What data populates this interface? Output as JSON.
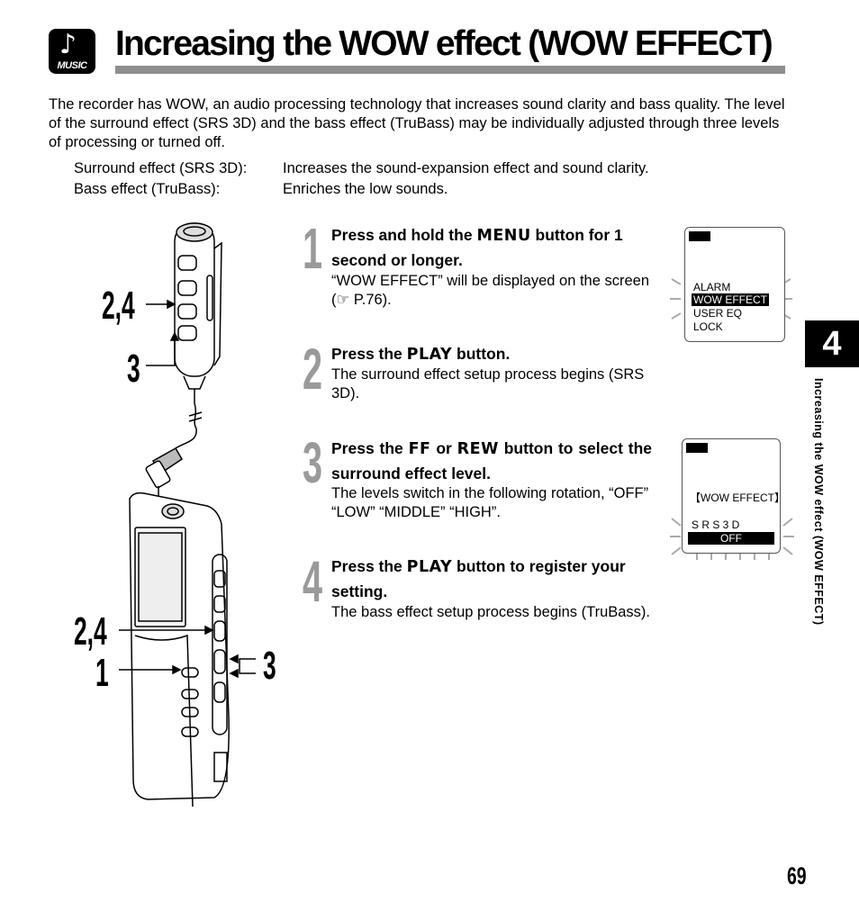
{
  "header": {
    "icon_label": "MUSIC",
    "title": "Increasing the WOW effect (WOW EFFECT)"
  },
  "intro": "The recorder has WOW, an audio processing technology that increases sound clarity and bass quality. The level of the surround effect (SRS 3D) and the bass effect (TruBass) may be individually adjusted through three levels of processing or turned off.",
  "definitions": [
    {
      "term": "Surround effect (SRS 3D):",
      "desc": "Increases the sound-expansion effect and sound clarity."
    },
    {
      "term": "Bass effect (TruBass):",
      "desc": "Enriches the low sounds."
    }
  ],
  "steps": [
    {
      "num": "1",
      "title_a": "Press and hold the ",
      "key_a": "MENU",
      "title_b": " button for 1 second or longer.",
      "body": "“WOW EFFECT” will be displayed on the screen (☞ P.76)."
    },
    {
      "num": "2",
      "title_a": "Press the ",
      "key_a": "PLAY",
      "title_b": " button.",
      "body": "The surround effect setup process begins (SRS 3D)."
    },
    {
      "num": "3",
      "title_a": "Press the ",
      "key_a": "FF",
      "title_mid": " or ",
      "key_b": "REW",
      "title_b": " button to select the surround effect level.",
      "body": "The levels switch in the following rotation, “OFF” “LOW” “MIDDLE” “HIGH”."
    },
    {
      "num": "4",
      "title_a": "Press the ",
      "key_a": "PLAY",
      "title_b": " button to register your setting.",
      "body": "The bass effect setup process begins (TruBass)."
    }
  ],
  "lcd1": {
    "items": [
      "ALARM",
      "WOW EFFECT",
      "USER EQ",
      "LOCK"
    ],
    "selected_index": 1
  },
  "lcd2": {
    "heading": "【WOW EFFECT】",
    "label": "S R S  3 D",
    "value": "OFF"
  },
  "callouts": {
    "upper_a": "2,4",
    "upper_b": "3",
    "lower_a": "2,4",
    "lower_b": "1",
    "lower_c": "3"
  },
  "chapter_tab": "4",
  "side_label": "Increasing the WOW effect (WOW EFFECT)",
  "page_number": "69"
}
